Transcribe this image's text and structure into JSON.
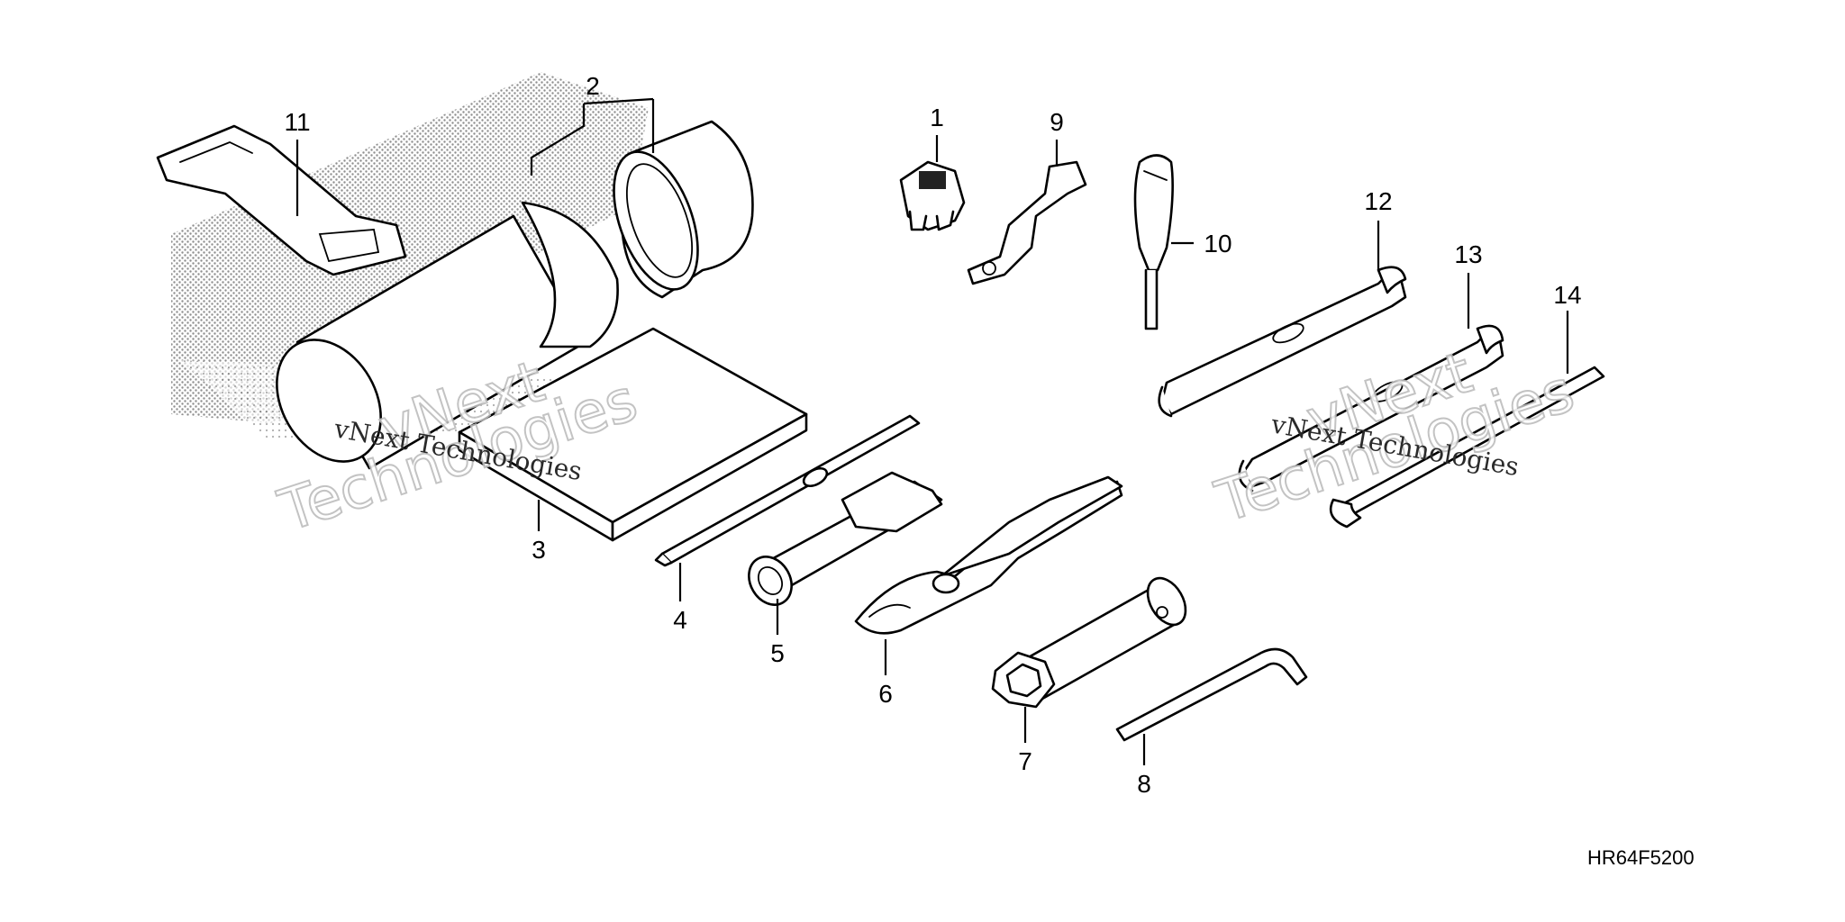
{
  "diagram": {
    "callouts": [
      "1",
      "2",
      "3",
      "4",
      "5",
      "6",
      "7",
      "8",
      "9",
      "10",
      "11",
      "12",
      "13",
      "14"
    ],
    "drawing_code": "HR64F5200",
    "watermark": {
      "line1": "vNext",
      "line2": "Technologies",
      "small": "vNext Technologies"
    }
  }
}
